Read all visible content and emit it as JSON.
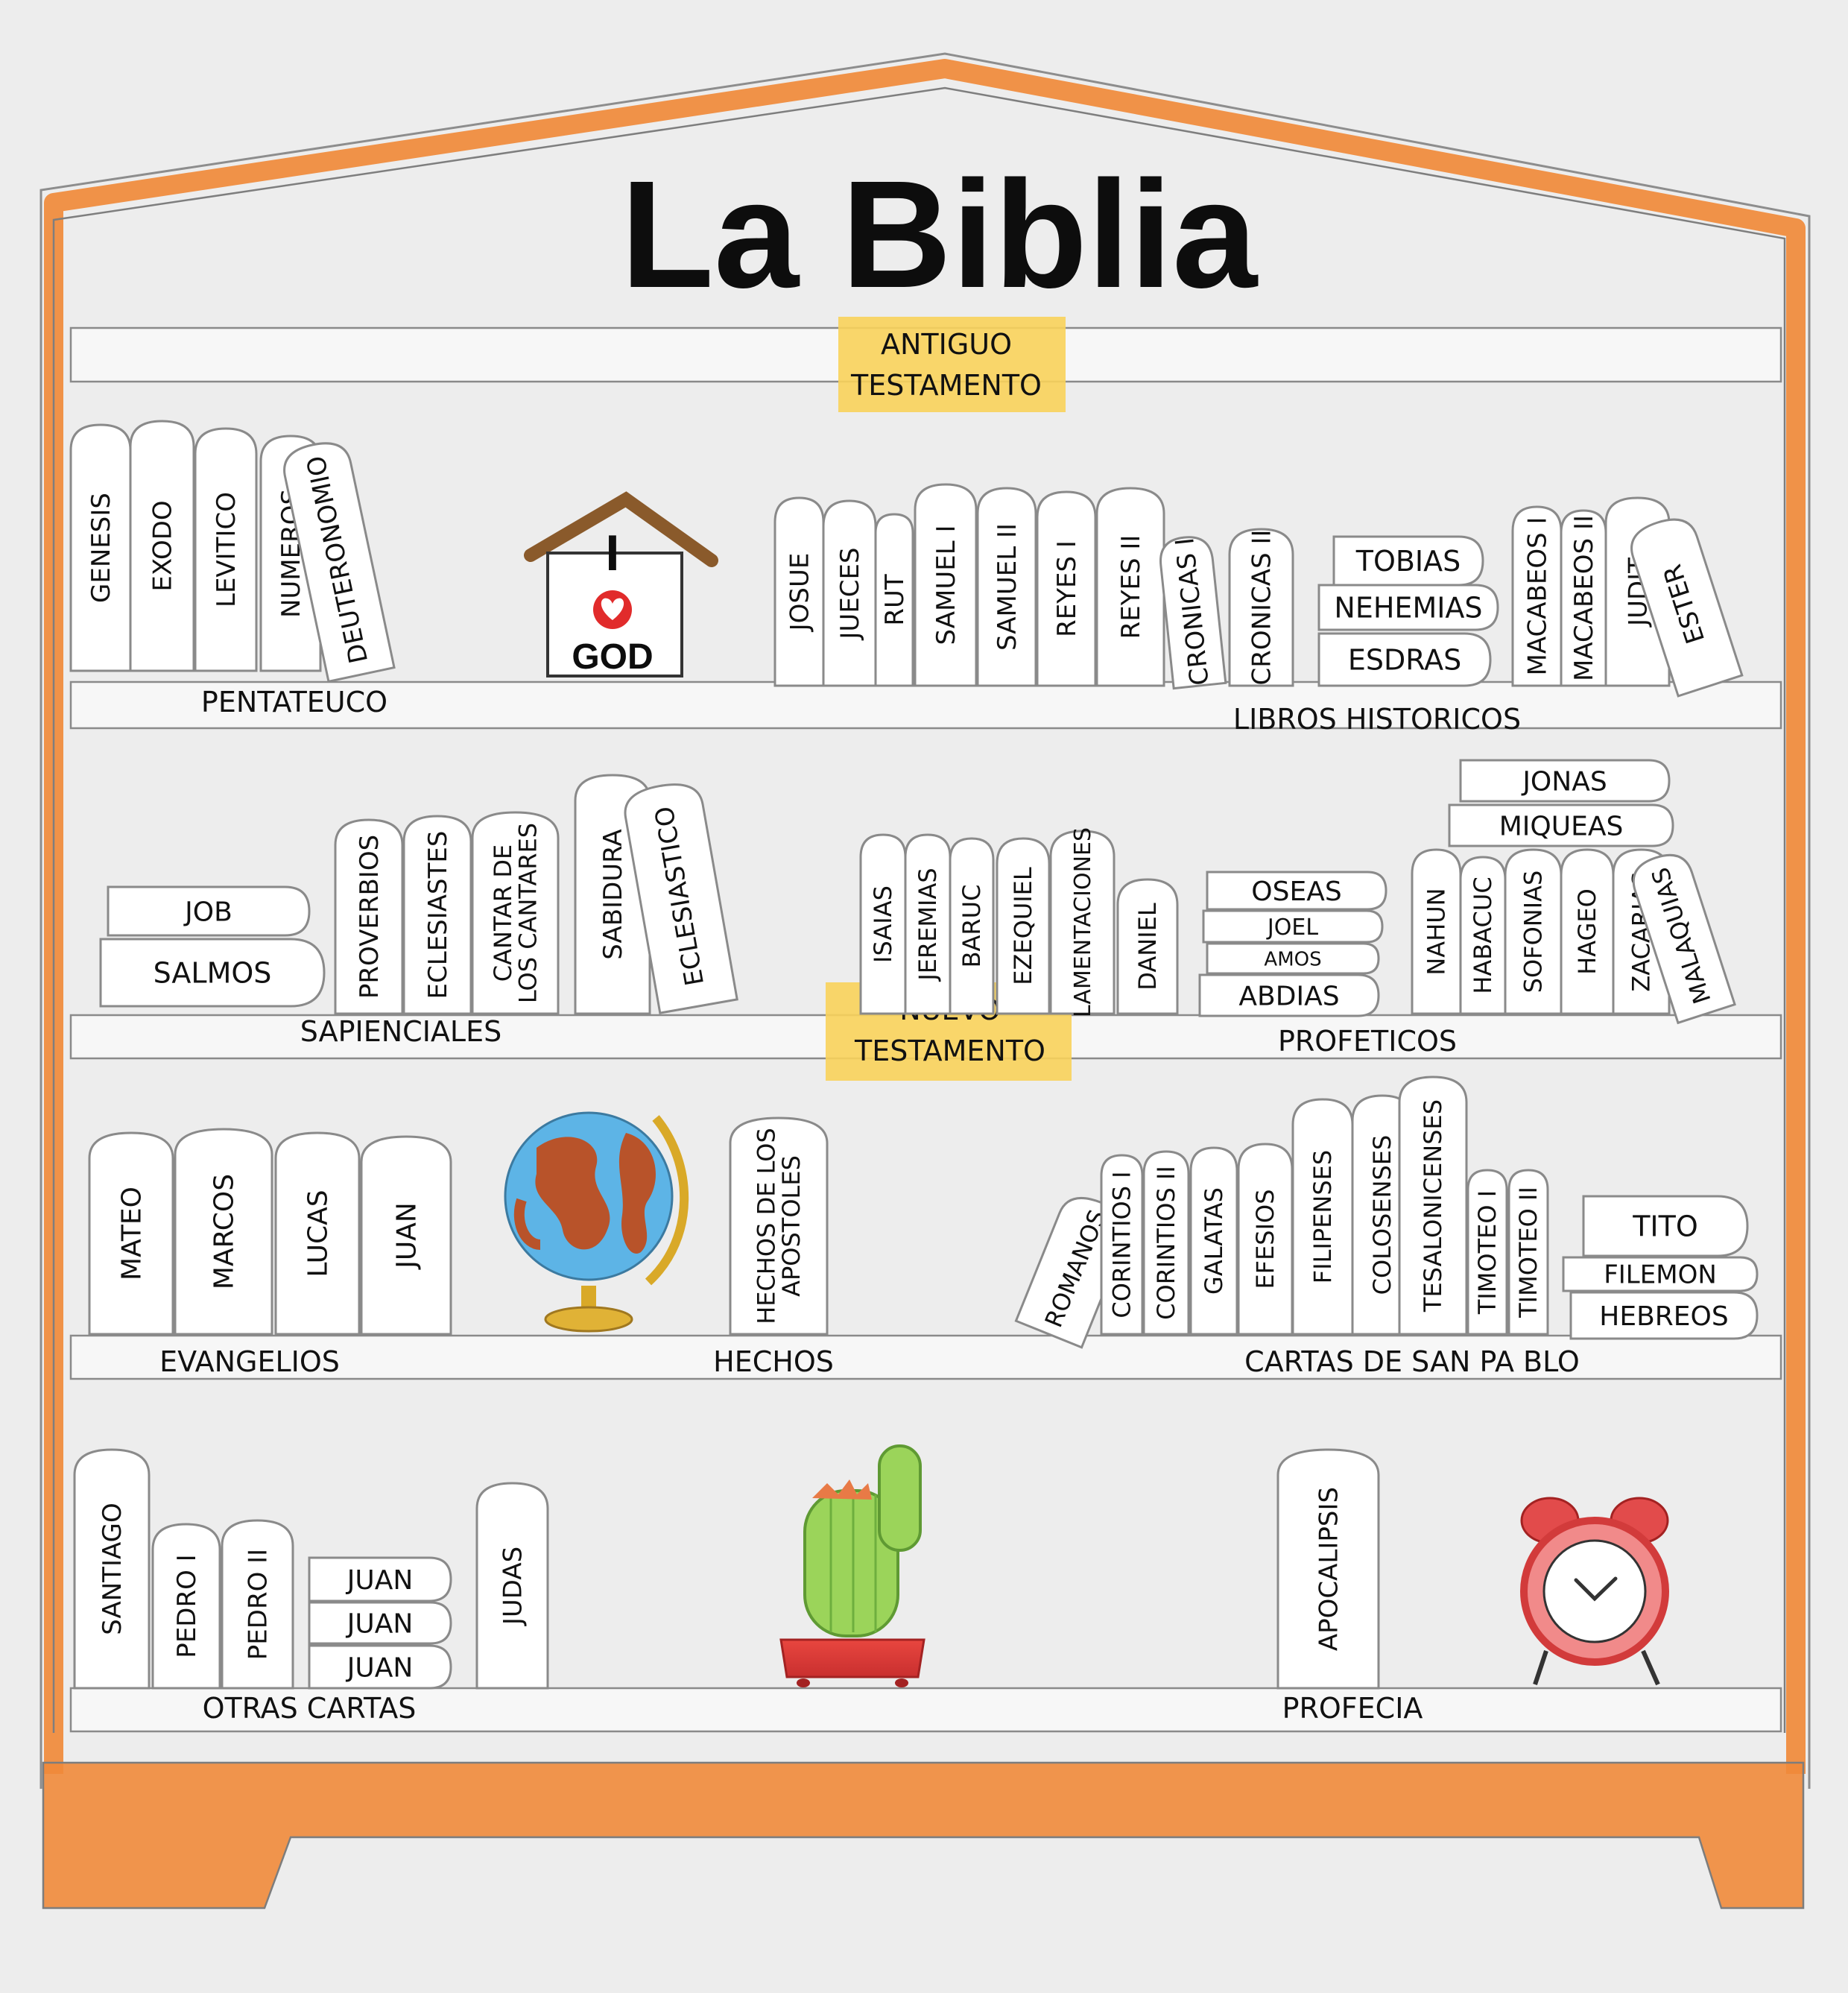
{
  "title": "La Biblia",
  "colors": {
    "frame": "#f08a3a",
    "label_bg": "#f8d15a",
    "book_fill": "#ffffff",
    "book_stroke": "#8a8a8a",
    "ink": "#111111"
  },
  "testament_labels": {
    "old": [
      "ANTIGUO",
      "TESTAMENTO"
    ],
    "new": [
      "NUEVO",
      "TESTAMENTO"
    ]
  },
  "sections": {
    "pentateuco": "PENTATEUCO",
    "historicos": "LIBROS HISTORICOS",
    "sapienciales": "SAPIENCIALES",
    "profeticos": "PROFETICOS",
    "evangelios": "EVANGELIOS",
    "hechos": "HECHOS",
    "cartas_pablo": "CARTAS DE SAN PA BLO",
    "otras_cartas": "OTRAS CARTAS",
    "profecia": "PROFECIA"
  },
  "books": {
    "pentateuco": [
      "GENESIS",
      "EXODO",
      "LEVITICO",
      "NUMEROS",
      "DEUTERONOMIO"
    ],
    "historicos": [
      "JOSUE",
      "JUECES",
      "RUT",
      "SAMUEL I",
      "SAMUEL II",
      "REYES I",
      "REYES II",
      "CRONICAS I",
      "CRONICAS II",
      "TOBIAS",
      "NEHEMIAS",
      "ESDRAS",
      "MACABEOS I",
      "MACABEOS II",
      "JUDIT",
      "ESTER"
    ],
    "sapienciales": [
      "JOB",
      "SALMOS",
      "PROVERBIOS",
      "ECLESIASTES",
      "CANTAR DE",
      "LOS CANTARES",
      "SABIDURA",
      "ECLESIASTICO"
    ],
    "profeticos": [
      "ISAIAS",
      "JEREMIAS",
      "BARUC",
      "EZEQUIEL",
      "LAMENTACIONES",
      "DANIEL",
      "OSEAS",
      "JOEL",
      "AMOS",
      "ABDIAS",
      "JONAS",
      "MIQUEAS",
      "NAHUN",
      "HABACUC",
      "SOFONIAS",
      "HAGEO",
      "ZACARIAS",
      "MALAQUIAS"
    ],
    "evangelios": [
      "MATEO",
      "MARCOS",
      "LUCAS",
      "JUAN"
    ],
    "hechos": [
      "HECHOS DE LOS",
      "APOSTOLES"
    ],
    "cartas_pablo": [
      "ROMANOS",
      "CORINTIOS I",
      "CORINTIOS II",
      "GALATAS",
      "EFESIOS",
      "FILIPENSES",
      "COLOSENSES",
      "TESALONICENSES",
      "TIMOTEO I",
      "TIMOTEO II",
      "TITO",
      "FILEMON",
      "HEBREOS"
    ],
    "otras_cartas": [
      "SANTIAGO",
      "PEDRO I",
      "PEDRO II",
      "JUAN",
      "JUAN",
      "JUAN",
      "JUDAS"
    ],
    "profecia": [
      "APOCALIPSIS"
    ]
  },
  "decor": {
    "house_sign": [
      "I",
      "GOD"
    ],
    "icons": [
      "house-sign-icon",
      "heart-icon",
      "globe-icon",
      "cactus-icon",
      "alarm-clock-icon"
    ]
  }
}
